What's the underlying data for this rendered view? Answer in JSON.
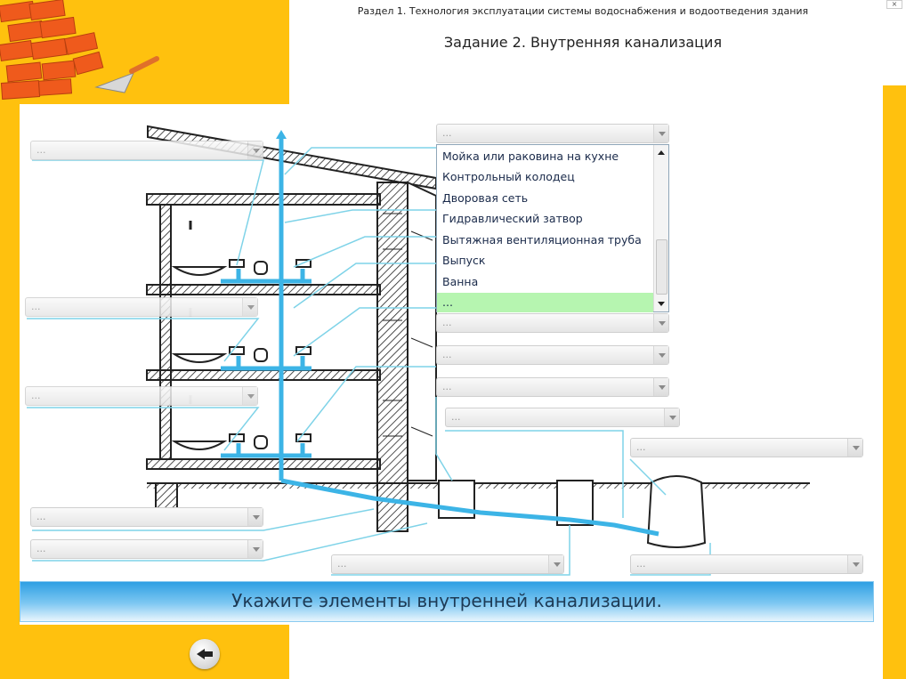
{
  "header": {
    "section": "Раздел 1. Технология эксплуатации системы водоснабжения и водоотведения здания",
    "task": "Задание 2. Внутренняя канализация"
  },
  "dropdown": {
    "value": "...",
    "options": [
      "Мойка или раковина на кухне",
      "Контрольный колодец",
      "Дворовая сеть",
      "Гидравлический затвор",
      "Вытяжная вентиляционная труба",
      "Выпуск",
      "Ванна",
      "..."
    ],
    "selected_index": 7
  },
  "selects": [
    {
      "value": "..."
    },
    {
      "value": "..."
    },
    {
      "value": "..."
    },
    {
      "value": "..."
    },
    {
      "value": "..."
    },
    {
      "value": "..."
    },
    {
      "value": "..."
    },
    {
      "value": "..."
    },
    {
      "value": "..."
    },
    {
      "value": "..."
    },
    {
      "value": "..."
    },
    {
      "value": "..."
    }
  ],
  "instruction": "Укажите элементы внутренней канализации.",
  "colors": {
    "accent": "#ffc10e",
    "pipe": "#3cb4e6",
    "leader": "#7fd3e8",
    "selected": "#b6f5b0"
  }
}
